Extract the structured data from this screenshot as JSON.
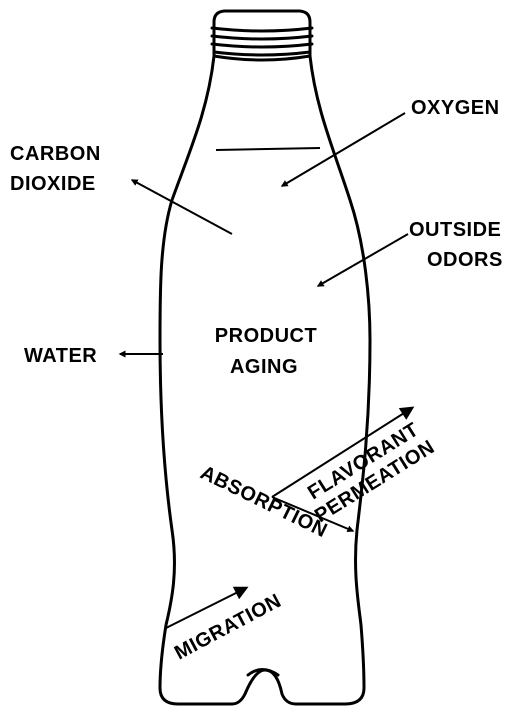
{
  "diagram": {
    "labels": {
      "carbon_dioxide_line1": "CARBON",
      "carbon_dioxide_line2": "DIOXIDE",
      "oxygen": "OXYGEN",
      "outside_odors_line1": "OUTSIDE",
      "outside_odors_line2": "ODORS",
      "water": "WATER",
      "product_aging_line1": "PRODUCT",
      "product_aging_line2": "AGING",
      "flavorant_line1": "FLAVORANT",
      "flavorant_line2": "PERMEATION",
      "absorption": "ABSORPTION",
      "migration": "MIGRATION"
    },
    "colors": {
      "ink": "#000000",
      "background": "#ffffff"
    }
  }
}
